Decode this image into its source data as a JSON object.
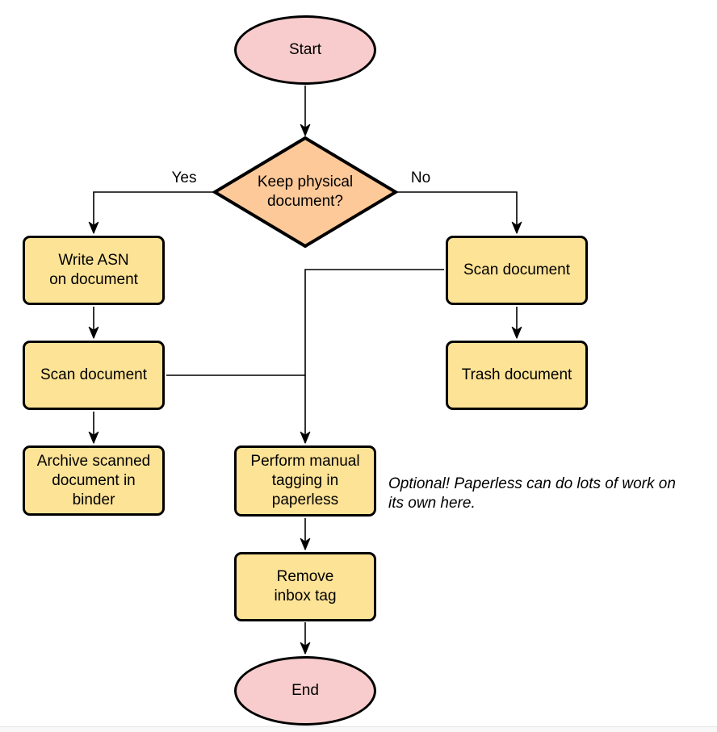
{
  "colors": {
    "terminator-fill": "#f8cccc",
    "decision-fill": "#fec999",
    "process-fill": "#fde396",
    "stroke": "#000000"
  },
  "diagram": {
    "nodes": {
      "start": {
        "label": "Start",
        "type": "terminator"
      },
      "decision": {
        "label": "Keep physical\ndocument?",
        "type": "decision"
      },
      "write_asn": {
        "label": "Write ASN\non document",
        "type": "process"
      },
      "scan_left": {
        "label": "Scan document",
        "type": "process"
      },
      "archive": {
        "label": "Archive scanned\ndocument in\nbinder",
        "type": "process"
      },
      "scan_right": {
        "label": "Scan document",
        "type": "process"
      },
      "trash": {
        "label": "Trash document",
        "type": "process"
      },
      "perform_tagging": {
        "label": "Perform manual\ntagging in\npaperless",
        "type": "process"
      },
      "remove_inbox": {
        "label": "Remove\ninbox tag",
        "type": "process"
      },
      "end": {
        "label": "End",
        "type": "terminator"
      }
    },
    "edge_labels": {
      "yes": "Yes",
      "no": "No"
    },
    "note": "Optional! Paperless can do lots of work on\nits own here."
  }
}
